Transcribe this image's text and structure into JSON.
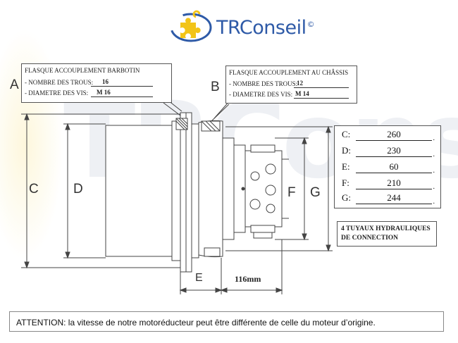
{
  "brand": {
    "name": "TRConseil",
    "symbol": "©"
  },
  "watermark": "TRConseil©",
  "labels": {
    "A": "A",
    "B": "B",
    "C": "C",
    "D": "D",
    "E": "E",
    "F": "F",
    "G": "G",
    "length_116": "116mm"
  },
  "flasque_barbotin": {
    "title": "FLASQUE ACCOUPLEMENT BARBOTIN",
    "holes_label": "- NOMBRE DES TROUS:",
    "holes_value": "16",
    "screw_label": "- DIAMETRE DES VIS:",
    "screw_value": "M 16"
  },
  "flasque_chassis": {
    "title": "FLASQUE ACCOUPLEMENT AU CHÂSSIS",
    "holes_label": "- NOMBRE DES TROUS:",
    "holes_value": "12",
    "screw_label": "- DIAMETRE DES VIS:",
    "screw_value": "M 14"
  },
  "dimensions": [
    {
      "key": "C:",
      "value": "260"
    },
    {
      "key": "D:",
      "value": "230"
    },
    {
      "key": "E:",
      "value": "60"
    },
    {
      "key": "F:",
      "value": "210"
    },
    {
      "key": "G:",
      "value": "244"
    }
  ],
  "hydraulic_note": "4 TUYAUX HYDRAULIQUES DE CONNECTION",
  "attention": "ATTENTION: la vitesse de notre motoréducteur peut être différente de celle du moteur d’origine.",
  "colors": {
    "brand_blue": "#2e5aa7",
    "brand_yellow": "#f2c418"
  }
}
